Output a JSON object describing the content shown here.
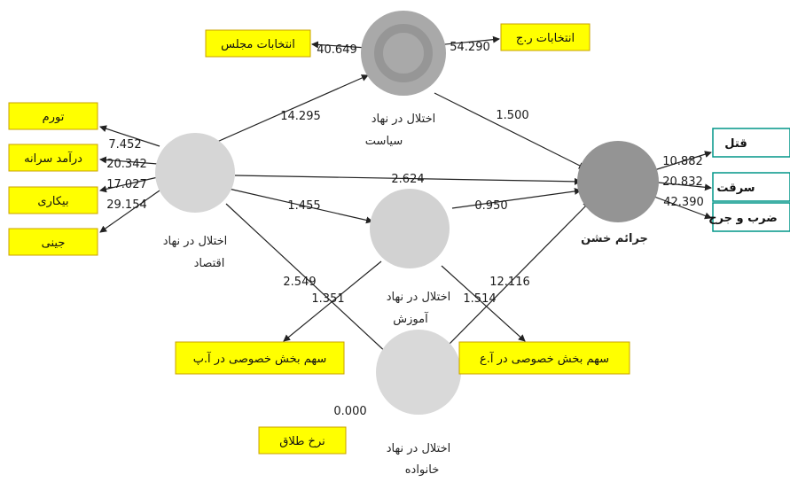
{
  "colors": {
    "indicator_fill": "#ffff00",
    "indicator_stroke": "#c8a000",
    "construct_light": "#d4d4d4",
    "construct_dark": "#9a9a9a",
    "construct_darker": "#8a8a8a",
    "construct_green": "#9aa09a",
    "arrow": "#222222",
    "white_box_stroke": "#009688"
  },
  "constructs": {
    "politics": {
      "label_lines": [
        "اختلال در نهاد",
        "سیاست"
      ]
    },
    "economy": {
      "label_lines": [
        "اختلال در نهاد",
        "اقتصاد"
      ]
    },
    "education": {
      "label_lines": [
        "اختلال در نهاد",
        "آموزش"
      ]
    },
    "family": {
      "label_lines": [
        "اختلال در نهاد",
        "خانواده"
      ]
    },
    "crimes": {
      "label_lines": [
        "جرائم خشن"
      ]
    }
  },
  "indicators": {
    "majlis": {
      "label": "انتخابات مجلس",
      "loading": "40.649"
    },
    "president": {
      "label": "انتخابات ر.ج",
      "loading": "54.290"
    },
    "inflation": {
      "label": "تورم",
      "loading": "7.452"
    },
    "income": {
      "label": "درآمد سرانه",
      "loading": "20.342"
    },
    "unemploy": {
      "label": "بیکاری",
      "loading": "17.027"
    },
    "gini": {
      "label": "جینی",
      "loading": "29.154"
    },
    "murder": {
      "label": "قتل",
      "loading": "10.882"
    },
    "theft": {
      "label": "سرقت",
      "loading": "20.832"
    },
    "assault": {
      "label": "ضرب و جرح",
      "loading": "42.390"
    },
    "priv_ap": {
      "label": "سهم بخش خصوصی در آ.پ"
    },
    "priv_aa": {
      "label": "سهم بخش خصوصی در آ.ع"
    },
    "divorce": {
      "label": "نرخ طلاق",
      "loading": "0.000"
    }
  },
  "paths": {
    "econ_to_politics": "14.295",
    "politics_to_crimes": "1.500",
    "econ_to_crimes": "2.624",
    "econ_to_education": "1.455",
    "education_to_crimes": "0.950",
    "econ_to_family": "2.549",
    "education_to_family": "1.351",
    "family_to_crimes": "12.116",
    "education_to_priv": "1.514"
  }
}
